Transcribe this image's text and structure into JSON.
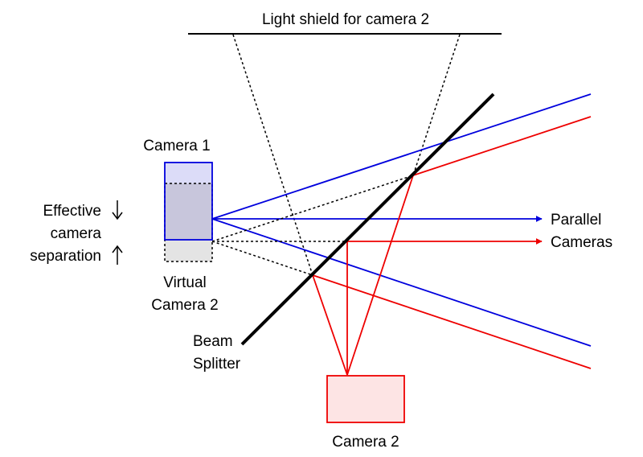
{
  "labels": {
    "light_shield": "Light shield for camera 2",
    "camera1": "Camera 1",
    "effective_line1": "Effective",
    "effective_line2": "camera",
    "effective_line3": "separation",
    "virtual_line1": "Virtual",
    "virtual_line2": "Camera 2",
    "beam_line1": "Beam",
    "beam_line2": "Splitter",
    "parallel_line1": "Parallel",
    "parallel_line2": "Cameras",
    "camera2": "Camera 2"
  },
  "colors": {
    "camera1": "#0000dd",
    "camera2": "#ee0000",
    "camera1_fill": "#dcdcf8",
    "overlap_fill": "#c8c6dc",
    "virtual_fill": "#e4e4e4",
    "camera2_fill": "#fde4e4",
    "dashed": "#000000",
    "splitter": "#000000"
  },
  "icons": {
    "down_arrow": "down-arrow-icon",
    "up_arrow": "up-arrow-icon"
  }
}
